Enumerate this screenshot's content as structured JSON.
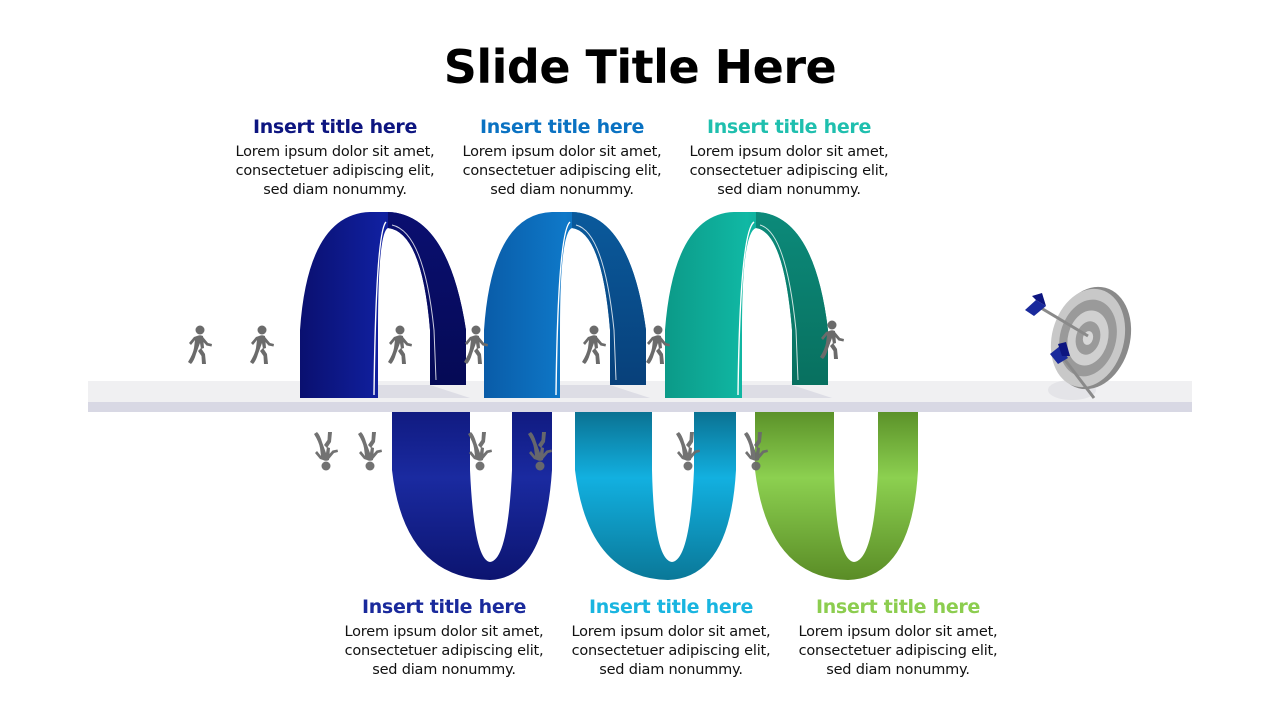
{
  "slide": {
    "title": "Slide Title Here"
  },
  "top_blocks": [
    {
      "title": "Insert title here",
      "body_lines": [
        "Lorem ipsum dolor sit amet,",
        "consectetuer adipiscing elit,",
        "sed diam nonummy."
      ],
      "color": "#0d1580"
    },
    {
      "title": "Insert title here",
      "body_lines": [
        "Lorem ipsum dolor sit amet,",
        "consectetuer adipiscing elit,",
        "sed diam nonummy."
      ],
      "color": "#0a72c2"
    },
    {
      "title": "Insert title here",
      "body_lines": [
        "Lorem ipsum dolor sit amet,",
        "consectetuer adipiscing elit,",
        "sed diam nonummy."
      ],
      "color": "#1fbfae"
    }
  ],
  "bottom_blocks": [
    {
      "title": "Insert title here",
      "body_lines": [
        "Lorem ipsum dolor sit amet,",
        "consectetuer adipiscing elit,",
        "sed diam nonummy."
      ],
      "color": "#1a2a9c"
    },
    {
      "title": "Insert title here",
      "body_lines": [
        "Lorem ipsum dolor sit amet,",
        "consectetuer adipiscing elit,",
        "sed diam nonummy."
      ],
      "color": "#19b5e0"
    },
    {
      "title": "Insert title here",
      "body_lines": [
        "Lorem ipsum dolor sit amet,",
        "consectetuer adipiscing elit,",
        "sed diam nonummy."
      ],
      "color": "#8ccd4f"
    }
  ],
  "icons": {
    "walker": "person-walking-icon",
    "target": "target-icon",
    "arrow": "arrow-icon"
  },
  "colors": {
    "arch_navy": "#0a0f6e",
    "arch_blue": "#0b5fa8",
    "arch_teal": "#0fa898",
    "ring_blue": "#1a2a9c",
    "ring_cyan": "#12a8d8",
    "ring_green": "#7cc442",
    "walker": "#6b6b6b",
    "platform": "#f0f0f2",
    "platform_edge": "#d8d8e4"
  }
}
